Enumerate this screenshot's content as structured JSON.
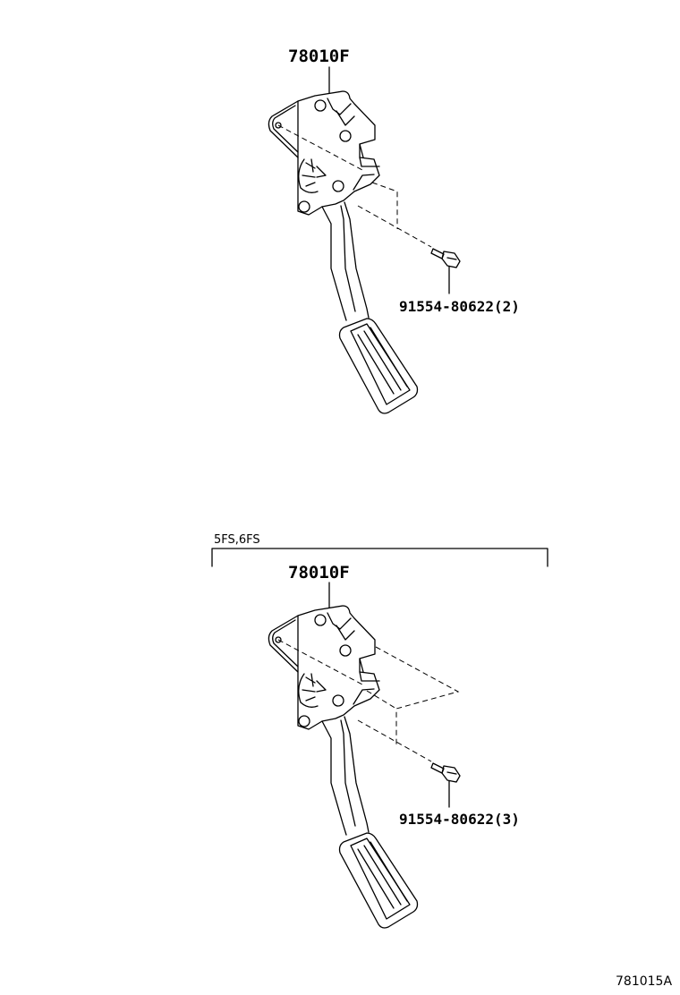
{
  "assemblies": [
    {
      "part_label": "78010F",
      "bolt_label": "91554-80622",
      "bolt_qty": "(2)"
    },
    {
      "condition": "5FS,6FS",
      "part_label": "78010F",
      "bolt_label": "91554-80622",
      "bolt_qty": "(3)"
    }
  ],
  "figure_code": "781015A"
}
